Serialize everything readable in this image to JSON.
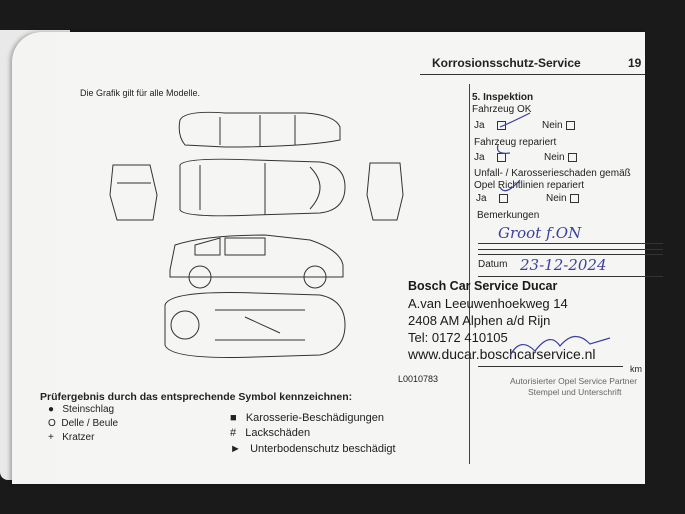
{
  "header": {
    "title": "Korrosionsschutz-Service",
    "page_number": "19"
  },
  "diagram": {
    "caption": "Die Grafik gilt für alle Modelle.",
    "code": "L0010783"
  },
  "legend": {
    "title": "Prüfergebnis durch das entsprechende Symbol kennzeichnen:",
    "items": [
      {
        "symbol": "●",
        "label": "Steinschlag"
      },
      {
        "symbol": "O",
        "label": "Delle / Beule"
      },
      {
        "symbol": "+",
        "label": "Kratzer"
      },
      {
        "symbol": "■",
        "label": "Karosserie-Beschädigungen"
      },
      {
        "symbol": "#",
        "label": "Lackschäden"
      },
      {
        "symbol": "►",
        "label": "Unterbodenschutz beschädigt"
      }
    ]
  },
  "inspection": {
    "title": "5. Inspektion",
    "q1": "Fahrzeug OK",
    "q2": "Fahrzeug repariert",
    "q3a": "Unfall- / Karosserieschaden gemäß",
    "q3b": "Opel Richtlinien repariert",
    "yes": "Ja",
    "no": "Nein",
    "remarks_label": "Bemerkungen",
    "remarks_handwritten": "Groot f.ON",
    "date_label": "Datum",
    "date_handwritten": "23-12-2024",
    "km_label": "km",
    "partner_line1": "Autorisierter Opel Service Partner",
    "partner_line2": "Stempel und Unterschrift"
  },
  "stamp": {
    "name": "Bosch Car Service Ducar",
    "street": "A.van Leeuwenhoekweg 14",
    "city": "2408 AM  Alphen a/d Rijn",
    "phone": "Tel: 0172 410105",
    "web": "www.ducar.boschcarservice.nl"
  }
}
